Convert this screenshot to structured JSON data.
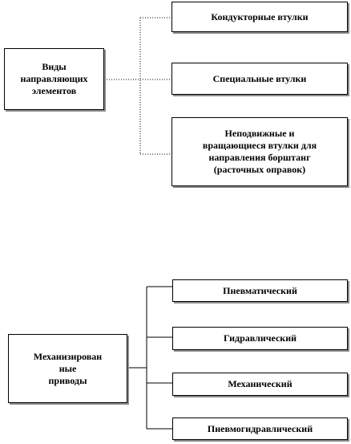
{
  "diagram_top": {
    "root": "Виды\nнаправляющих\nэлементов",
    "children": [
      "Кондукторные втулки",
      "Специальные втулки",
      "Неподвижные и\nвращающиеся  втулки для\nнаправления борштанг\n(расточных оправок)"
    ]
  },
  "diagram_bottom": {
    "root": "Механизирован\nные\nприводы",
    "children": [
      "Пневматический",
      "Гидравлический",
      "Механический",
      "Пневмогидравлический"
    ]
  }
}
